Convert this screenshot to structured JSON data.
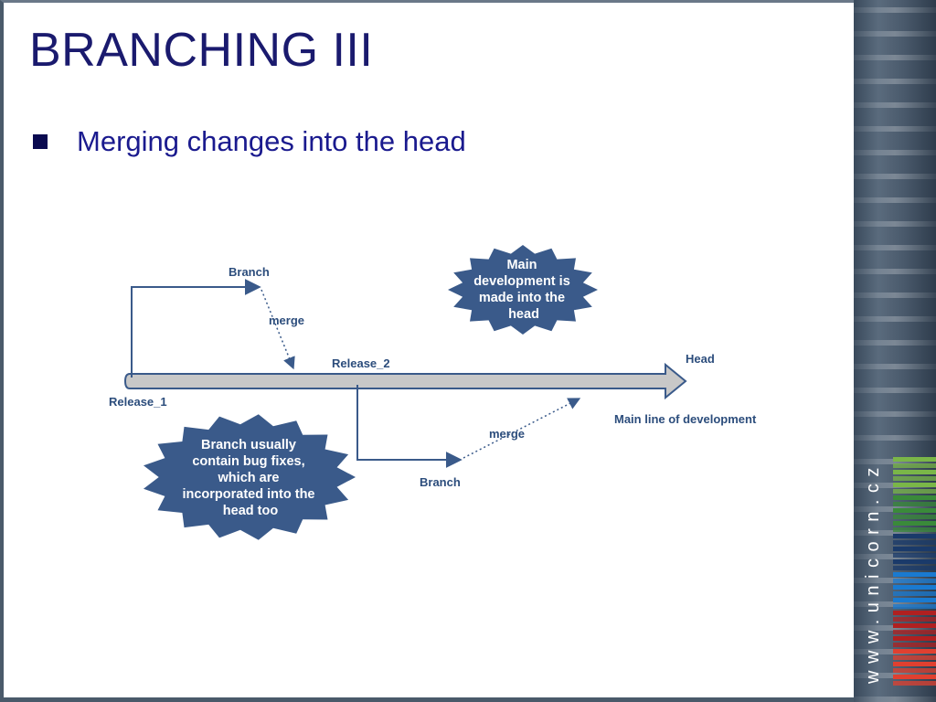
{
  "slide": {
    "title": "BRANCHING III",
    "bullet": "Merging changes into the head"
  },
  "diagram": {
    "labels": {
      "branch_top": "Branch",
      "merge_top": "merge",
      "release_2": "Release_2",
      "head": "Head",
      "release_1": "Release_1",
      "main_line": "Main line of development",
      "merge_bottom": "merge",
      "branch_bottom": "Branch"
    },
    "burst_top": [
      "Main",
      "development is",
      "made into the",
      "head"
    ],
    "burst_bottom": [
      "Branch usually",
      "contain bug fixes,",
      "which are",
      "incorporated into the",
      "head too"
    ]
  },
  "branding": {
    "url_text": "www.unicorn.cz",
    "bar_colors": [
      "#7ab648",
      "#3a8a3a",
      "#1a3a6a",
      "#1a7ad0",
      "#b02020",
      "#e04030"
    ]
  },
  "colors": {
    "title": "#1a1a6e",
    "label": "#2c4d7c",
    "burst_fill": "#3a5a8a",
    "arrow_fill": "#c8c8c8",
    "arrow_stroke": "#3a5a8a"
  }
}
